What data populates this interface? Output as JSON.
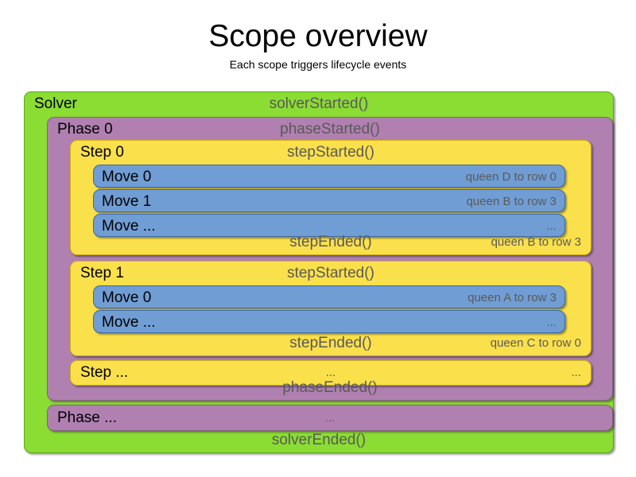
{
  "header": {
    "title": "Scope overview",
    "subtitle": "Each scope triggers lifecycle events"
  },
  "colors": {
    "solver": "#8BDC33",
    "phase": "#B080B0",
    "step": "#FAE04B",
    "move": "#709DD4",
    "event_text": "#595959",
    "detail_text": "#5a5a5a",
    "scope_text": "#000000",
    "background": "#ffffff"
  },
  "solver": {
    "scope_label": "Solver",
    "started_event": "solverStarted()",
    "ended_event": "solverEnded()",
    "phases": [
      {
        "scope_label": "Phase 0",
        "started_event": "phaseStarted()",
        "ended_event": "phaseEnded()",
        "steps": [
          {
            "scope_label": "Step 0",
            "started_event": "stepStarted()",
            "ended_event": "stepEnded()",
            "ended_detail": "queen B to row 3",
            "moves": [
              {
                "scope_label": "Move 0",
                "detail": "queen D to row 0"
              },
              {
                "scope_label": "Move 1",
                "detail": "queen B to row 3"
              },
              {
                "scope_label": "Move ...",
                "detail": "..."
              }
            ]
          },
          {
            "scope_label": "Step 1",
            "started_event": "stepStarted()",
            "ended_event": "stepEnded()",
            "ended_detail": "queen C to row 0",
            "moves": [
              {
                "scope_label": "Move 0",
                "detail": "queen A to row 3"
              },
              {
                "scope_label": "Move ...",
                "detail": "..."
              }
            ]
          },
          {
            "scope_label": "Step ...",
            "started_event": "...",
            "ended_detail": "..."
          }
        ]
      },
      {
        "scope_label": "Phase ...",
        "started_event": "..."
      }
    ]
  }
}
